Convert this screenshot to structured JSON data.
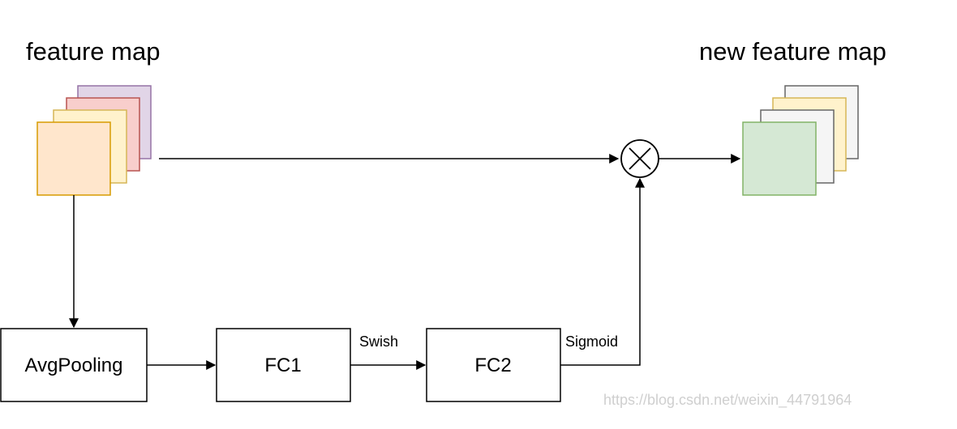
{
  "labels": {
    "input": "feature map",
    "output": "new feature map",
    "avgpool": "AvgPooling",
    "fc1": "FC1",
    "fc2": "FC2",
    "swish": "Swish",
    "sigmoid": "Sigmoid",
    "multiply": "⊗"
  },
  "watermark": "https://blog.csdn.net/weixin_44791964",
  "colors": {
    "input_layers": [
      {
        "fill": "#e1d5e7",
        "stroke": "#9673a6"
      },
      {
        "fill": "#f8cecc",
        "stroke": "#b85450"
      },
      {
        "fill": "#fff2cc",
        "stroke": "#d6b656"
      },
      {
        "fill": "#ffe6cc",
        "stroke": "#d79b00"
      }
    ],
    "output_layers": [
      {
        "fill": "#f5f5f5",
        "stroke": "#666666"
      },
      {
        "fill": "#fff2cc",
        "stroke": "#d6b656"
      },
      {
        "fill": "#f5f5f5",
        "stroke": "#666666"
      },
      {
        "fill": "#d5e8d4",
        "stroke": "#82b366"
      }
    ]
  }
}
